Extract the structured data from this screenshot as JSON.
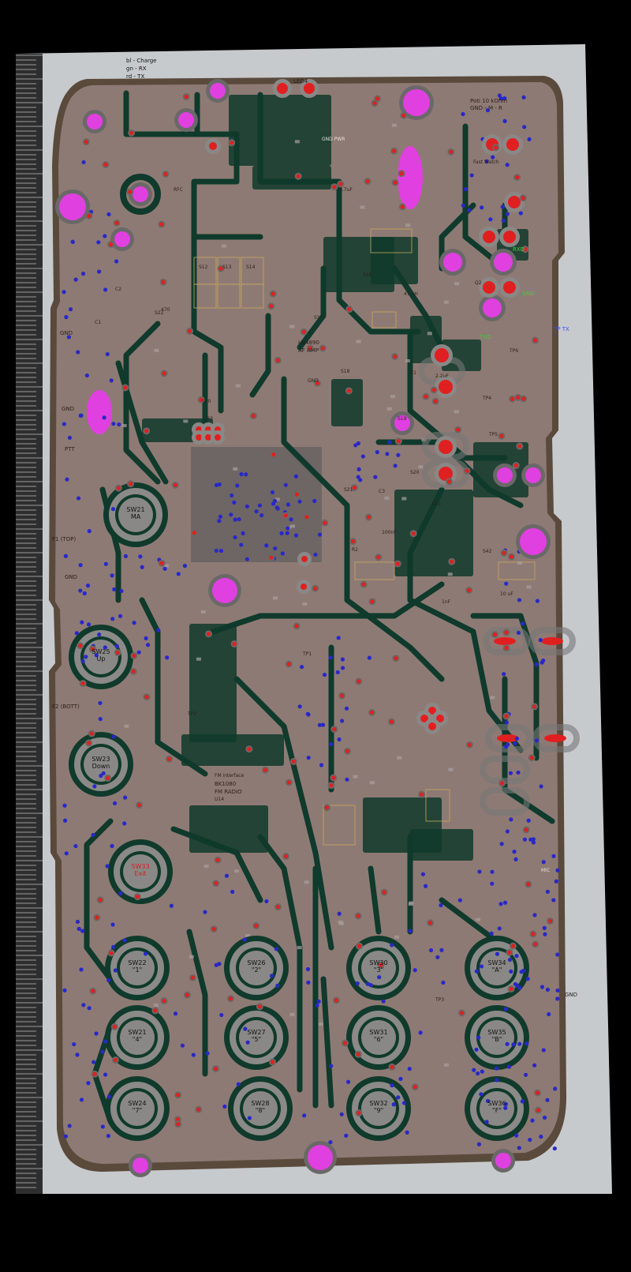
{
  "legend_notes": [
    "bl - Charge",
    "gn - RX",
    "rd - TX"
  ],
  "top_labels": {
    "led": "LED4",
    "poti": "Poti 10 kOhm",
    "poti_pins": "GND - M - R",
    "fast_watch": "Fast Watch",
    "gnd_pwr": "GND PWR"
  },
  "left_edge_labels": [
    "GND",
    "GND",
    "PTT",
    "F1 (TOP)",
    "GND",
    "F2 (BOTT)"
  ],
  "right_edge_labels": {
    "tp_tx": "TP TX",
    "gnd_green": "GND",
    "rxd": "RXD",
    "txd_green": "TXD",
    "gnd_right": "GND",
    "mic": "MIC"
  },
  "ic_labels": {
    "amp_part": "LN4890",
    "amp_name": "AF AMP",
    "radio_part": "BK1080",
    "radio_name": "FM RADIO",
    "radio_ref": "U14",
    "radio_prefix": "FM interface"
  },
  "small_labels": [
    "S12",
    "S13",
    "S14",
    "S16",
    "S17",
    "S18",
    "S19",
    "S20",
    "S21",
    "S22",
    "S40",
    "S41",
    "S42",
    "Q2",
    "C1",
    "C2",
    "C3",
    "R1",
    "R2",
    "R3",
    "RFC",
    "47 uH",
    "4.7uF",
    "1nF",
    "10 uF",
    "470",
    "2.2uF",
    "100nF",
    "GND",
    "TP1",
    "TP2",
    "TP3",
    "TP4",
    "TP5",
    "TP6"
  ],
  "switches": [
    {
      "ref": "SW21",
      "name": "MA",
      "red": false
    },
    {
      "ref": "SW25",
      "name": "Up",
      "red": false
    },
    {
      "ref": "SW23",
      "name": "Down",
      "red": false
    },
    {
      "ref": "SW33",
      "name": "Exit",
      "red": true
    },
    {
      "ref": "SW22",
      "name": "\"1\"",
      "red": false
    },
    {
      "ref": "SW26",
      "name": "\"2\"",
      "red": false
    },
    {
      "ref": "SW30",
      "name": "\"3\"",
      "red": false
    },
    {
      "ref": "SW34",
      "name": "\"A\"",
      "red": false
    },
    {
      "ref": "SW21",
      "name": "\"4\"",
      "red": false
    },
    {
      "ref": "SW27",
      "name": "\"5\"",
      "red": false
    },
    {
      "ref": "SW31",
      "name": "\"6\"",
      "red": false
    },
    {
      "ref": "SW35",
      "name": "\"B\"",
      "red": false
    },
    {
      "ref": "SW24",
      "name": "\"7\"",
      "red": false
    },
    {
      "ref": "SW28",
      "name": "\"8\"",
      "red": false
    },
    {
      "ref": "SW32",
      "name": "\"9\"",
      "red": false
    },
    {
      "ref": "SW36",
      "name": "\"F\"",
      "red": false
    }
  ],
  "colors": {
    "background": "#000000",
    "paper": "#c9cdd0",
    "board_edge": "#5a4a3a",
    "board_fill": "#8c7670",
    "copper_trace": "#0f3a2c",
    "pad_ring": "#8a8886",
    "pad_red": "#e02020",
    "via_blue": "#2828c8",
    "hole_magenta": "#e040e0",
    "ruler": "#3a3a3a"
  }
}
